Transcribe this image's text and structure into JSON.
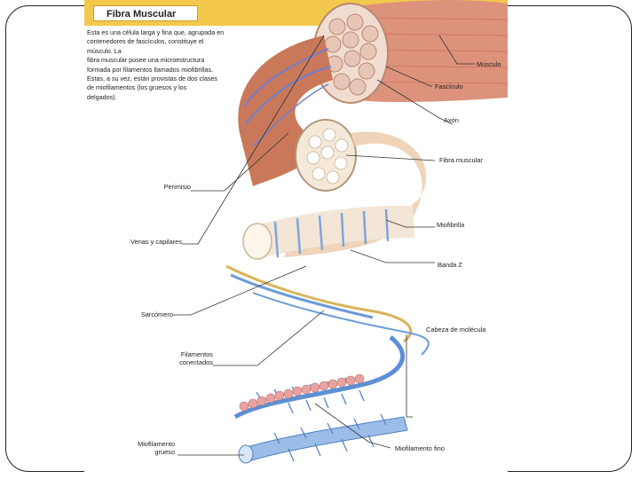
{
  "figure": {
    "title": "Fibra   Muscular",
    "intro": "Esta es una célula larga y fina que, agrupada en\ncontenedores de fascículos, constituye el músculo. La\nfibra muscular posee una microestructura\nformada por filamentos llamados miofibrillas.\nEstas, a su vez, están provistas de dos clases\nde miofilamentos (los gruesos y los\ndelgados).",
    "labels_right": {
      "musculo": "Músculo",
      "fasciculo": "Fascículo",
      "axon": "Axón",
      "fibra_muscular": "Fibra muscular",
      "miofibrilla": "Miofibrilla",
      "banda_z": "Banda Z",
      "cabeza_molecula": "Cabeza de molécula",
      "miofilamento_fino": "Miofilamento fino"
    },
    "labels_left": {
      "perimisio": "Perimisio",
      "venas_capilares": "Venas y capilares",
      "sarcomero": "Sarcómero",
      "filamentos_conectados": "Filamentos\nconectados",
      "miofilamento_grueso": "Miofilamento\ngrueso"
    },
    "colors": {
      "title_bar": "#f2c94c",
      "muscle": "#d98b73",
      "fiber": "#e7c3a4",
      "vessel": "#6f7fd1",
      "filament_blue": "#6a9bd8",
      "actin_pink": "#e8a3a0",
      "thin_gold": "#d9b45a"
    }
  }
}
